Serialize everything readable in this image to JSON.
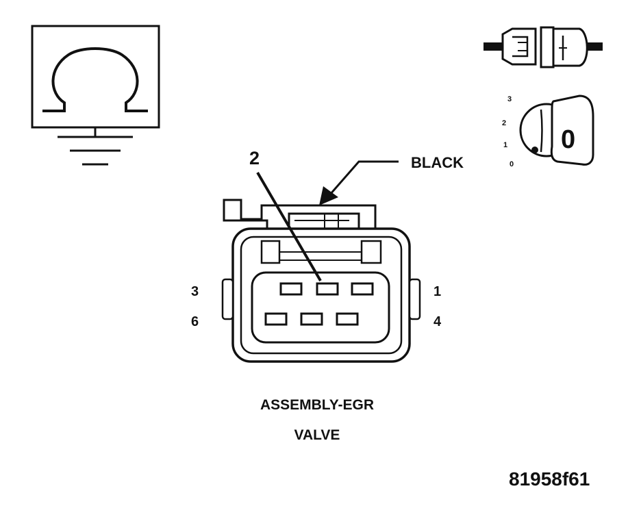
{
  "diagram": {
    "leader_label": "BLACK",
    "pointer_label": "2",
    "pins": {
      "top_left": "3",
      "bottom_left": "6",
      "top_right": "1",
      "bottom_right": "4"
    },
    "caption_line1": "ASSEMBLY-EGR",
    "caption_line2": "VALVE",
    "figure_number": "81958f61",
    "icons": [
      "ohmmeter-ground-icon",
      "disconnect-connector-icon",
      "ignition-key-off-icon"
    ],
    "ignition": {
      "positions": [
        "3",
        "2",
        "1",
        "0"
      ],
      "key_symbol": "0"
    }
  }
}
